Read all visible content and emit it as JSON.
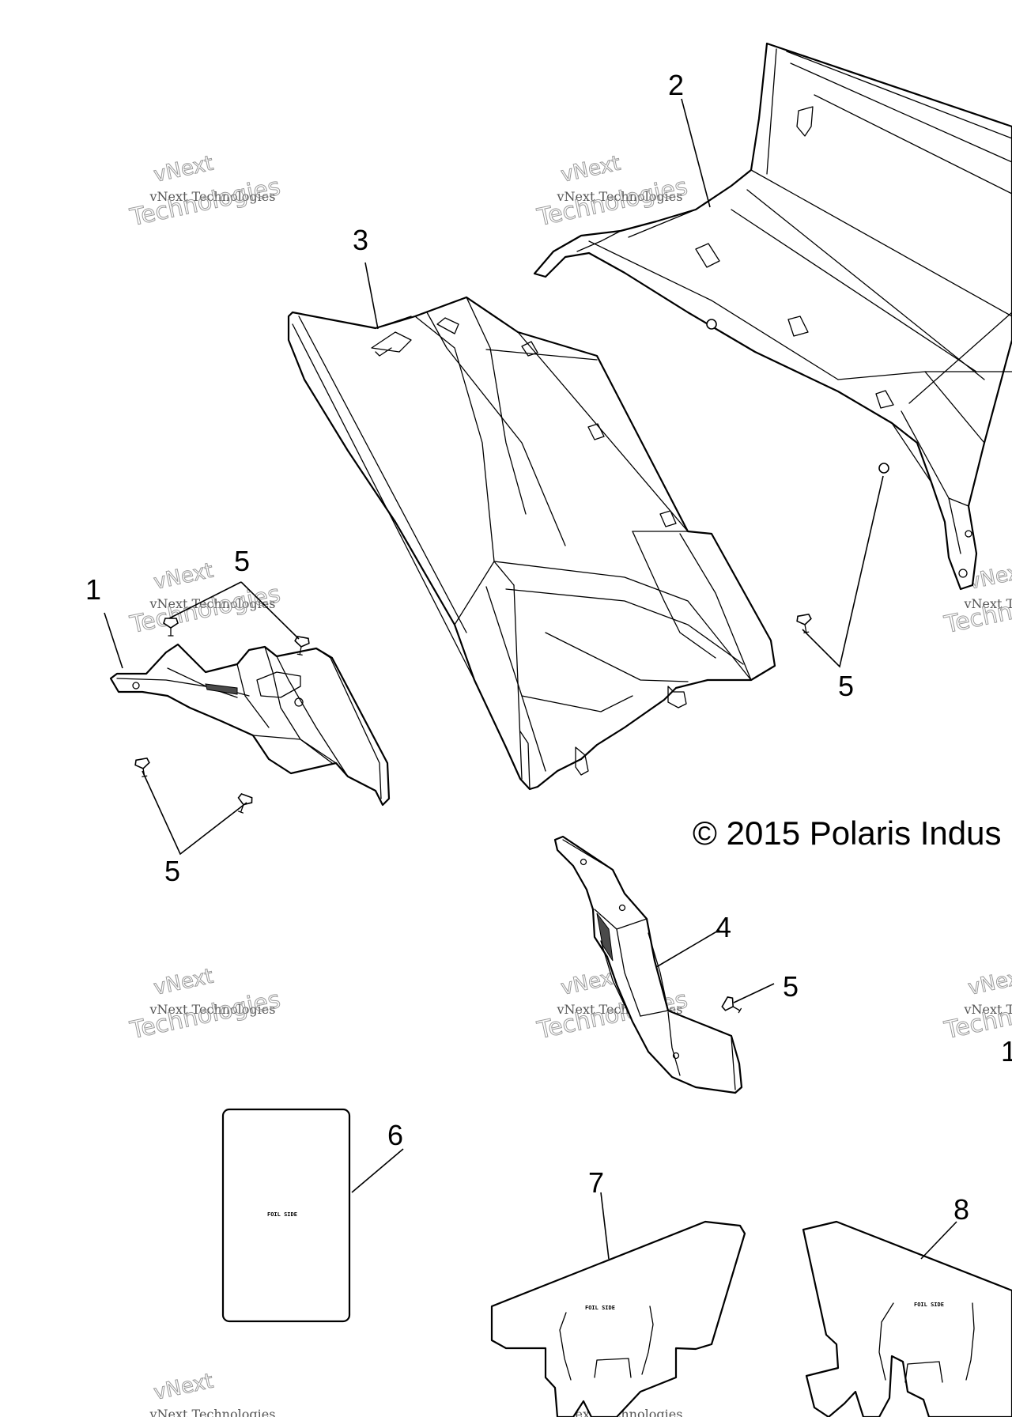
{
  "copyright": "© 2015 Polaris Indus",
  "foil_label": "FOIL SIDE",
  "watermark": {
    "line1": "vNext",
    "line2": "vNext Technologies",
    "line3": "Technologies"
  },
  "callouts": {
    "c1": "1",
    "c2": "2",
    "c3": "3",
    "c4": "4",
    "c5a": "5",
    "c5b": "5",
    "c5c": "5",
    "c5d": "5",
    "c6": "6",
    "c7": "7",
    "c8": "8",
    "c_edge": "1"
  }
}
